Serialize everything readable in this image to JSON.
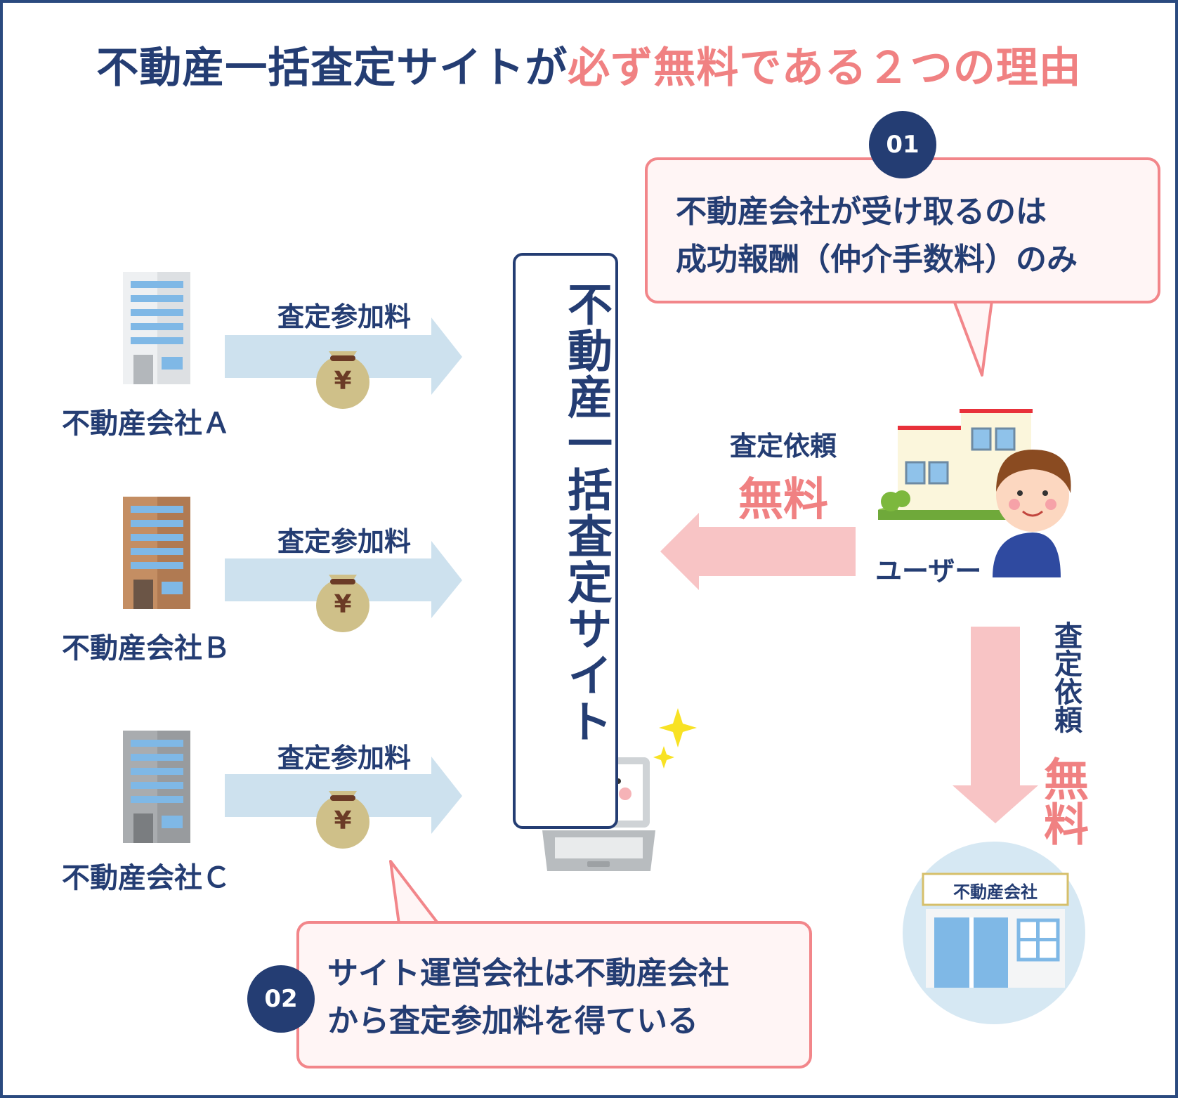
{
  "title": {
    "part1": "不動産一括査定サイトが",
    "part2": "必ず無料である２つの理由"
  },
  "colors": {
    "navy": "#243d73",
    "pink": "#f08182",
    "arrow_blue": "#cde1ee",
    "arrow_pink": "#f8c4c5"
  },
  "companies": [
    {
      "name": "不動産会社Ａ",
      "fee_label": "査定参加料",
      "currency": "¥"
    },
    {
      "name": "不動産会社Ｂ",
      "fee_label": "査定参加料",
      "currency": "¥"
    },
    {
      "name": "不動産会社Ｃ",
      "fee_label": "査定参加料",
      "currency": "¥"
    }
  ],
  "site": {
    "name": "不動産一括査定サイト"
  },
  "reason1": {
    "badge": "01",
    "line1": "不動産会社が受け取るのは",
    "line2": "成功報酬（仲介手数料）のみ"
  },
  "reason2": {
    "badge": "02",
    "line1": "サイト運営会社は不動産会社",
    "line2": "から査定参加料を得ている"
  },
  "user": {
    "label": "ユーザー",
    "request_label": "査定依頼",
    "free_label": "無料"
  },
  "down_flow": {
    "request_label": "査定依頼",
    "free_label": "無料"
  },
  "agency": {
    "sign": "不動産会社"
  }
}
